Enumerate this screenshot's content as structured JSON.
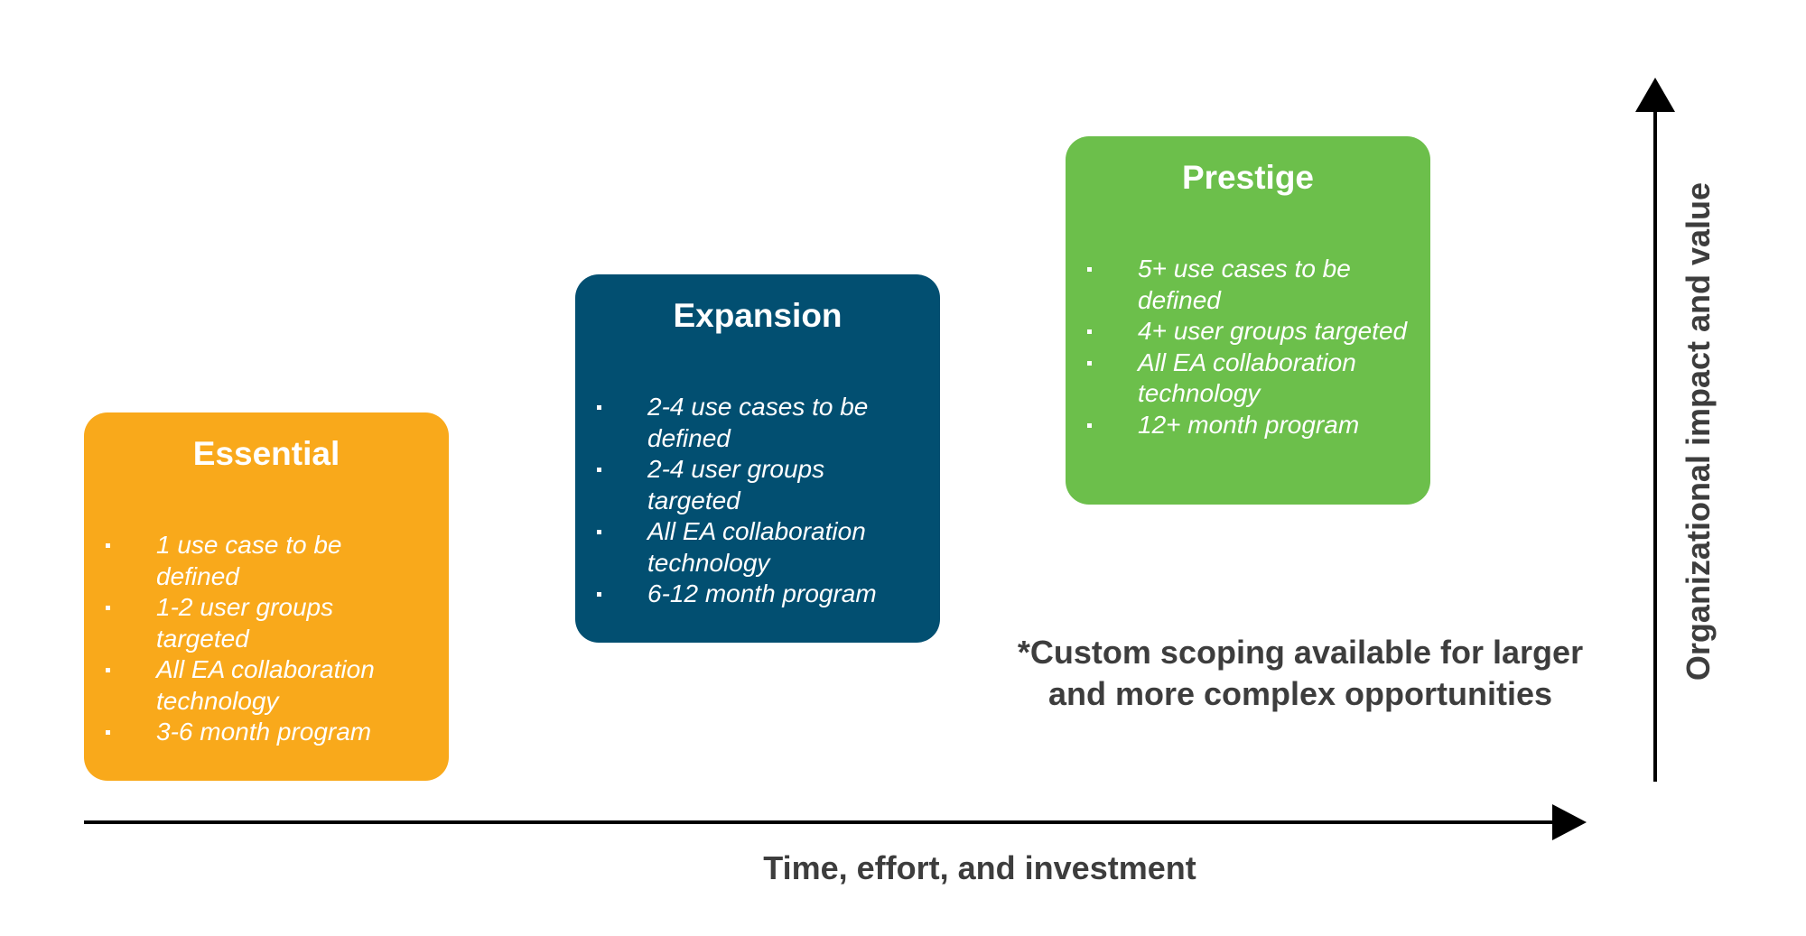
{
  "colors": {
    "essential": "#f9a91b",
    "expansion": "#024f71",
    "prestige": "#6cbf4b",
    "axis": "#000000",
    "label_text": "#3d3d3d"
  },
  "tiers": [
    {
      "title": "Essential",
      "items": [
        "1 use case to be defined",
        "1-2 user groups targeted",
        "All EA collaboration technology",
        "3-6 month program"
      ]
    },
    {
      "title": "Expansion",
      "items": [
        "2-4 use cases to be defined",
        "2-4 user groups targeted",
        "All EA collaboration technology",
        "6-12 month program"
      ]
    },
    {
      "title": "Prestige",
      "items": [
        "5+ use cases to be defined",
        "4+ user groups targeted",
        "All EA collaboration technology",
        "12+ month program"
      ]
    }
  ],
  "note": "*Custom scoping available for larger and more complex opportunities",
  "axes": {
    "x_label": "Time, effort, and investment",
    "y_label": "Organizational impact and value"
  }
}
